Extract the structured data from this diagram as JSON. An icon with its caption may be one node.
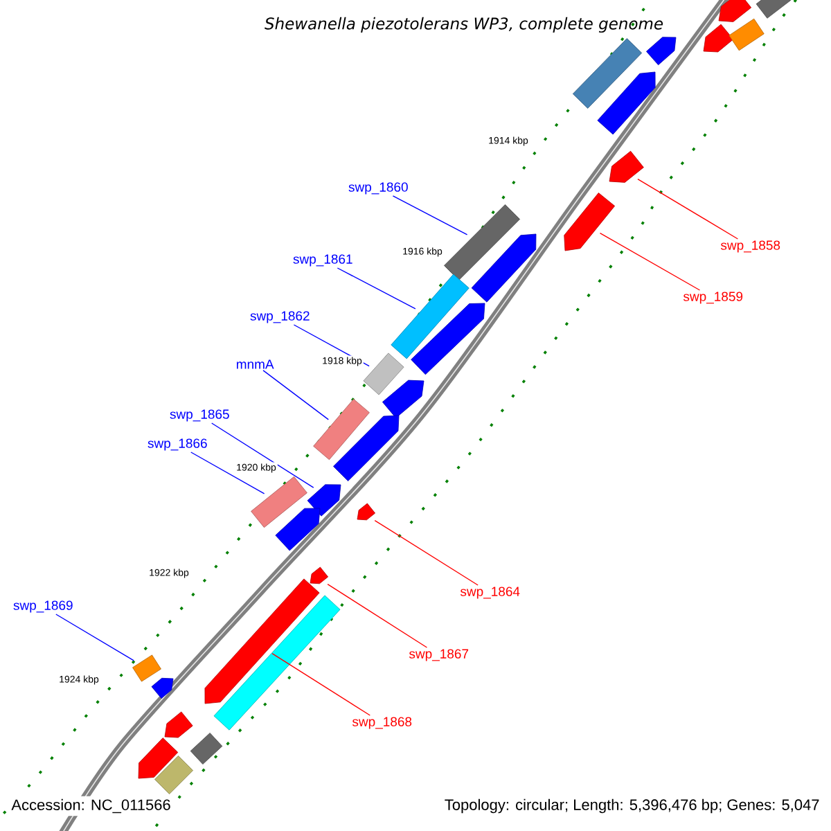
{
  "diagram": {
    "title": "Shewanella piezotolerans WP3, complete genome",
    "nodes": [
      {
        "text": [
          "swp_1860"
        ]
      },
      {
        "text": [
          "swp_1858"
        ]
      },
      {
        "text": [
          "swp_1861"
        ]
      },
      {
        "text": [
          "swp_1859"
        ]
      },
      {
        "text": [
          "swp_1862"
        ]
      },
      {
        "text": [
          "mnmA"
        ]
      },
      {
        "text": [
          "swp_1865"
        ]
      },
      {
        "text": [
          "swp_1866"
        ]
      },
      {
        "text": [
          "swp_1864"
        ]
      },
      {
        "text": [
          "swp_1869"
        ]
      },
      {
        "text": [
          "swp_1867"
        ]
      },
      {
        "text": [
          "swp_1868"
        ]
      },
      {
        "text": [],
        "shape": "bar"
      },
      {
        "text": [],
        "shape": "bar"
      },
      {
        "text": [],
        "shape": "bar"
      },
      {
        "text": [],
        "shape": "bar"
      },
      {
        "text": [],
        "shape": "bar"
      },
      {
        "text": [],
        "shape": "bar"
      },
      {
        "text": [],
        "shape": "bar"
      },
      {
        "text": [],
        "shape": "bar"
      },
      {
        "text": [],
        "shape": "bar"
      },
      {
        "text": [],
        "shape": "bar"
      },
      {
        "text": [],
        "shape": "bar"
      },
      {
        "text": [],
        "shape": "bar"
      },
      {
        "text": [],
        "shape": "bar"
      },
      {
        "text": [],
        "shape": "bar"
      },
      {
        "text": [],
        "shape": "bar"
      },
      {
        "text": [],
        "shape": "bar"
      },
      {
        "text": [],
        "shape": "bar"
      },
      {
        "text": [],
        "shape": "bar"
      },
      {
        "text": [],
        "shape": "bar"
      },
      {
        "text": [],
        "shape": "bar"
      },
      {
        "text": [],
        "shape": "bar"
      },
      {
        "text": [],
        "shape": "bar"
      },
      {
        "text": [],
        "shape": "bar"
      },
      {
        "text": [],
        "shape": "bar"
      },
      {
        "text": [],
        "shape": "bar"
      },
      {
        "text": [],
        "shape": "bar"
      },
      {
        "text": [],
        "shape": "bar"
      },
      {
        "text": [],
        "shape": "bar"
      },
      {
        "text": [],
        "shape": "bar"
      },
      {
        "text": [],
        "shape": "bar"
      }
    ],
    "edges": [
      {
        "from": 0,
        "to": 12,
        "arrow": "none"
      },
      {
        "from": 1,
        "to": 13,
        "arrow": "none",
        "color": "#ff0000"
      },
      {
        "from": 2,
        "to": 14,
        "arrow": "none"
      },
      {
        "from": 3,
        "to": 15,
        "arrow": "none",
        "color": "#ff0000"
      },
      {
        "from": 4,
        "to": 16,
        "arrow": "none"
      },
      {
        "from": 5,
        "to": 17,
        "arrow": "none"
      },
      {
        "from": 6,
        "to": 18,
        "arrow": "none"
      },
      {
        "from": 7,
        "to": 19,
        "arrow": "none"
      },
      {
        "from": 8,
        "to": 20,
        "arrow": "none",
        "color": "#ff0000"
      },
      {
        "from": 9,
        "to": 21,
        "arrow": "none"
      },
      {
        "from": 10,
        "to": 22,
        "arrow": "none",
        "color": "#ff0000"
      },
      {
        "from": 11,
        "to": 23,
        "arrow": "none",
        "color": "#ff0000"
      }
    ],
    "labels": [
      "1914 kbp",
      "1916 kbp",
      "1918 kbp",
      "1920 kbp",
      "1922 kbp",
      "1924 kbp",
      "Accession: NC_011566",
      "Topology: circular; Length: 5,396,476 bp; Genes: 5,047"
    ]
  }
}
